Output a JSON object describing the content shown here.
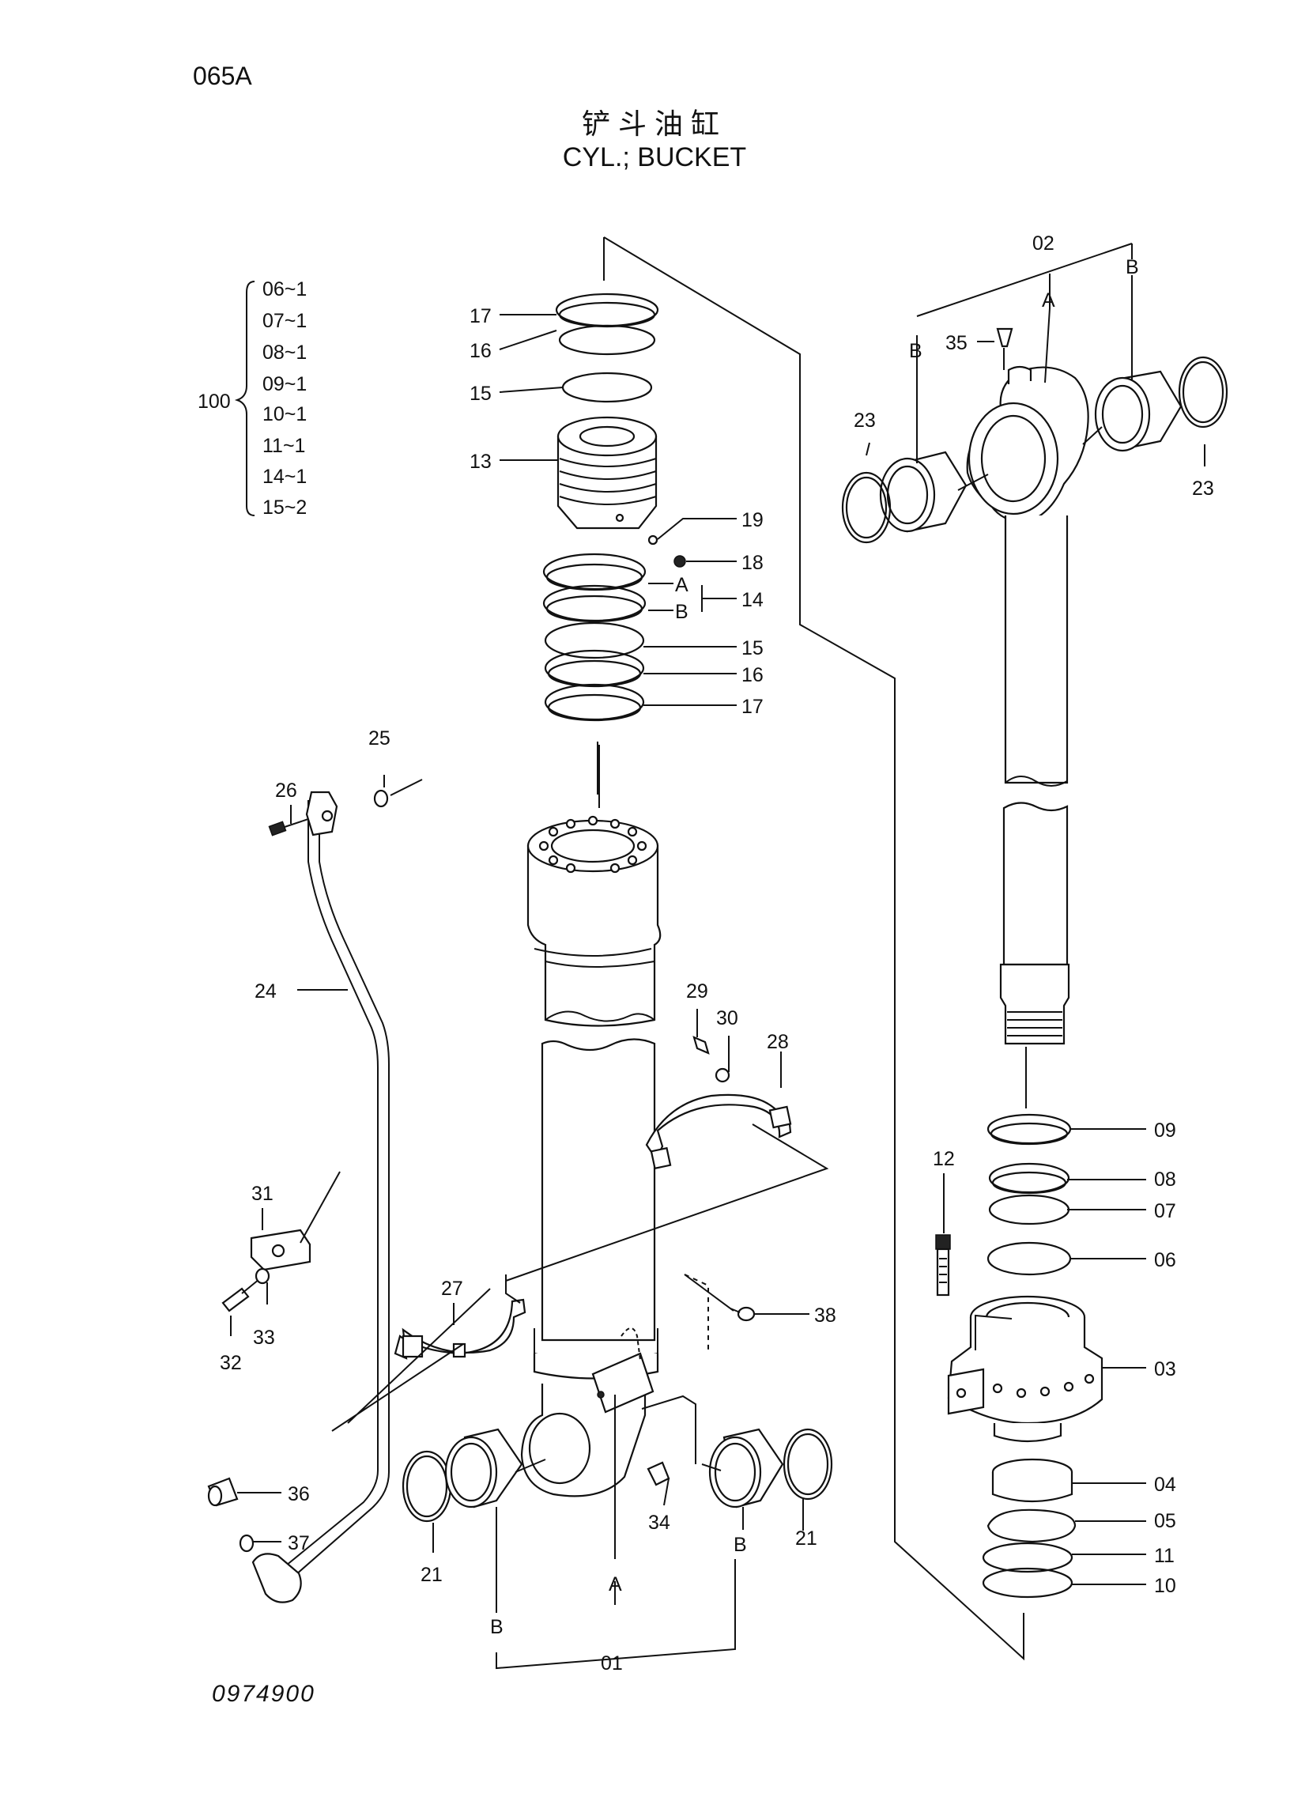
{
  "page_number": "065A",
  "title_cn": "铲斗油缸",
  "title_en": "CYL.; BUCKET",
  "document_number": "0974900",
  "kit": {
    "number": "100",
    "items": [
      "06~1",
      "07~1",
      "08~1",
      "09~1",
      "10~1",
      "11~1",
      "14~1",
      "15~2"
    ]
  },
  "labels": {
    "p01": "01",
    "p02": "02",
    "p03": "03",
    "p04": "04",
    "p05": "05",
    "p06": "06",
    "p07": "07",
    "p08": "08",
    "p09": "09",
    "p10": "10",
    "p11": "11",
    "p12": "12",
    "p13": "13",
    "p14": "14",
    "p15a": "15",
    "p15b": "15",
    "p16a": "16",
    "p16b": "16",
    "p17a": "17",
    "p17b": "17",
    "p18": "18",
    "p19": "19",
    "p21a": "21",
    "p21b": "21",
    "p23a": "23",
    "p23b": "23",
    "p24": "24",
    "p25": "25",
    "p26": "26",
    "p27": "27",
    "p28": "28",
    "p29": "29",
    "p30": "30",
    "p31": "31",
    "p32": "32",
    "p33": "33",
    "p34": "34",
    "p35": "35",
    "p36": "36",
    "p37": "37",
    "p38": "38",
    "a14": "A",
    "b14": "B",
    "a02": "A",
    "b02l": "B",
    "b02r": "B",
    "a01": "A",
    "b01l": "B",
    "b01r": "B"
  }
}
